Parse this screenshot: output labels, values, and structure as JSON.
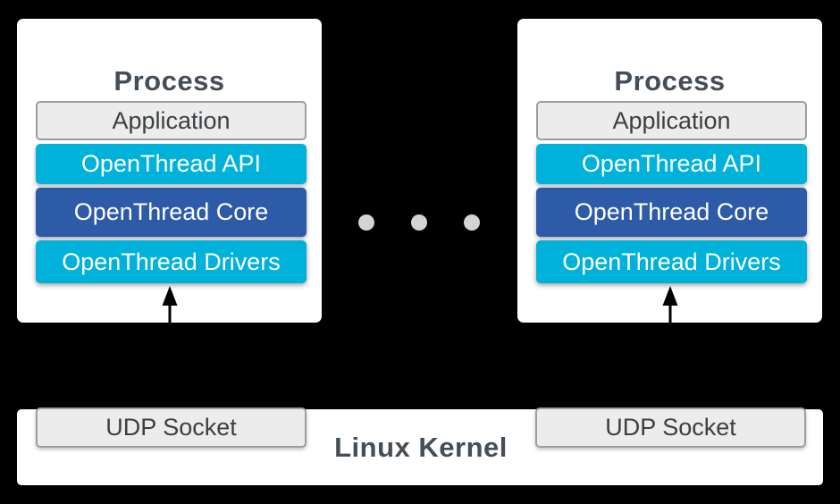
{
  "diagram": {
    "processes": [
      {
        "title": "Process",
        "layers": {
          "application": "Application",
          "api": "OpenThread API",
          "core": "OpenThread Core",
          "drivers": "OpenThread Drivers"
        }
      },
      {
        "title": "Process",
        "layers": {
          "application": "Application",
          "api": "OpenThread API",
          "core": "OpenThread Core",
          "drivers": "OpenThread Drivers"
        }
      }
    ],
    "ellipsis_dot_count": 3,
    "kernel": {
      "label": "Linux Kernel",
      "sockets": [
        "UDP Socket",
        "UDP Socket"
      ]
    },
    "colors": {
      "bg": "#000000",
      "panel": "#ffffff",
      "cyan": "#00b1da",
      "blue": "#2e5ba8",
      "gray_fill": "#ececec",
      "gray_border": "#9e9e9e",
      "title_text": "#454e57",
      "box_text": "#3c4043",
      "bar_text": "#ffffff",
      "dot": "#d4d4d4",
      "arrow": "#000000"
    }
  }
}
